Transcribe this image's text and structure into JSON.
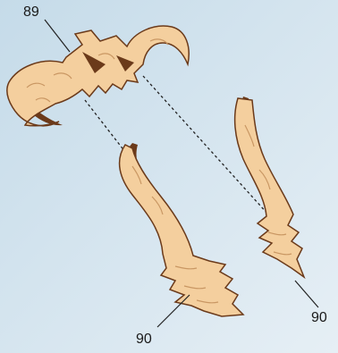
{
  "labels": {
    "part_89": "89",
    "part_90_left": "90",
    "part_90_right": "90"
  },
  "colors": {
    "background": "#d3e4ef",
    "wood": "#f4cf9e",
    "edge": "#6b3a1a",
    "grain": "#c99763",
    "leader": "#222222"
  }
}
